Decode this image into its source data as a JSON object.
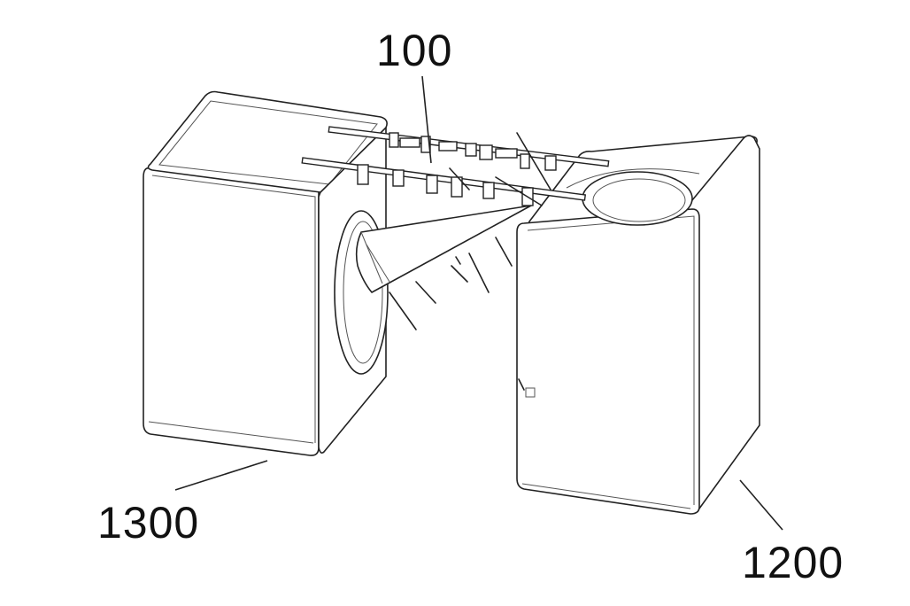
{
  "labels": {
    "assembly": "100",
    "left_unit": "1300",
    "right_unit": "1200"
  },
  "colors": {
    "line": "#222222",
    "background": "#ffffff"
  }
}
